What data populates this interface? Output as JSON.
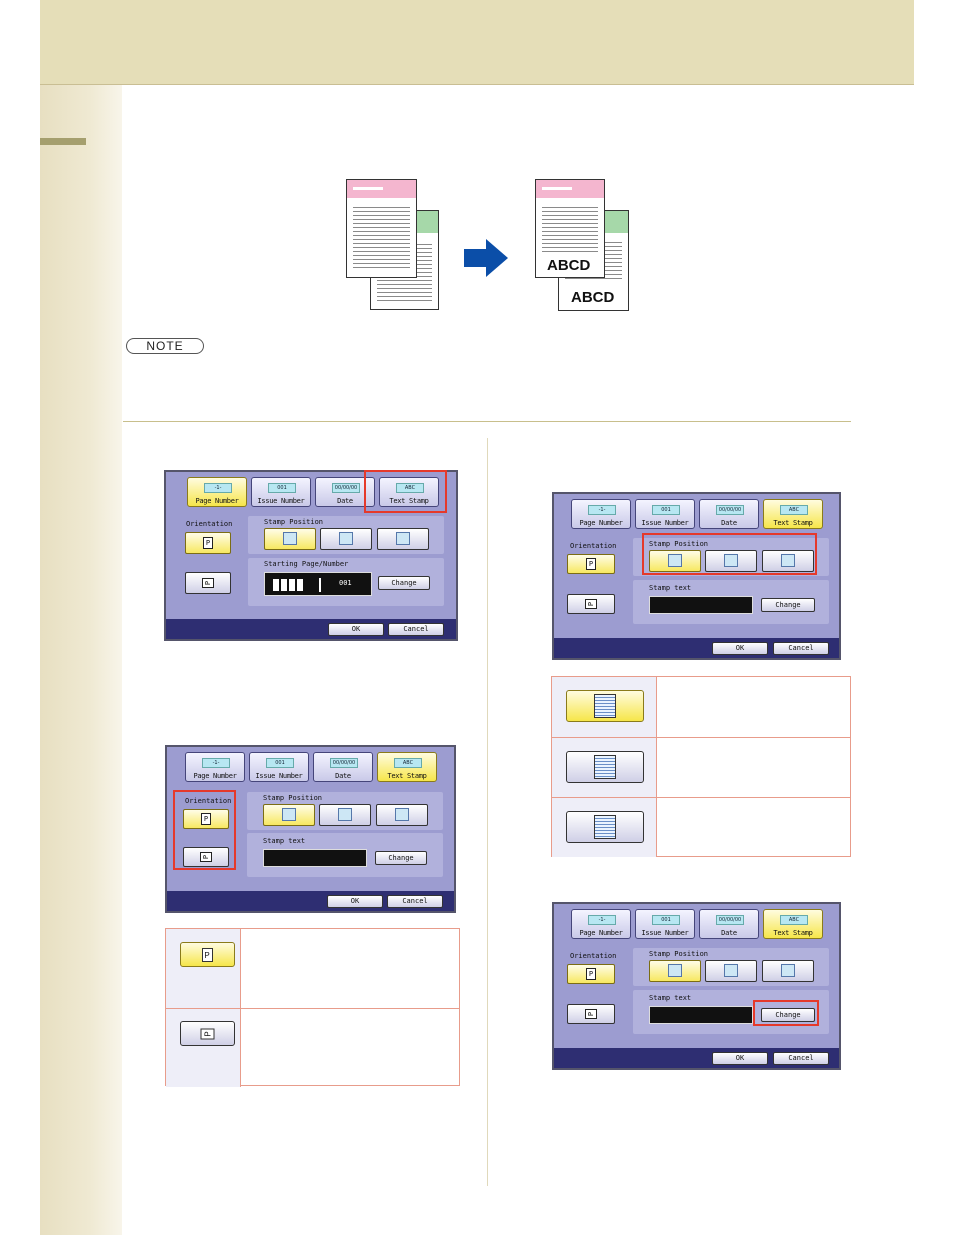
{
  "colors": {
    "header_band": "#e5deb8",
    "sidebar": "#e7dfc1",
    "divider": "#c8bf8c",
    "highlight": "#e5392b",
    "panel_bg": "#9c9cd0",
    "panel_footer": "#2e2e72",
    "selected_yellow": "#f6e64a",
    "doc_header_pink": "#f4b6cf",
    "doc_header_green": "#a6d8a9",
    "arrow_blue": "#0b4ea8"
  },
  "illustration": {
    "stamp_text_front": "ABCD",
    "stamp_text_back": "ABCD",
    "arrow_icon": "right-arrow-icon"
  },
  "note_label": "NOTE",
  "panel_tabs": {
    "page_number": "Page Number",
    "page_number_icon": "-1-",
    "issue_number": "Issue Number",
    "issue_number_icon": "001",
    "date": "Date",
    "date_icon": "00/00/00",
    "text_stamp": "Text Stamp",
    "text_stamp_icon": "ABC"
  },
  "panel_labels": {
    "orientation": "Orientation",
    "stamp_position": "Stamp Position",
    "starting_page_number": "Starting Page/Number",
    "stamp_text": "Stamp text",
    "change": "Change",
    "ok": "OK",
    "cancel": "Cancel",
    "start_value": "001",
    "portrait_glyph": "P"
  }
}
